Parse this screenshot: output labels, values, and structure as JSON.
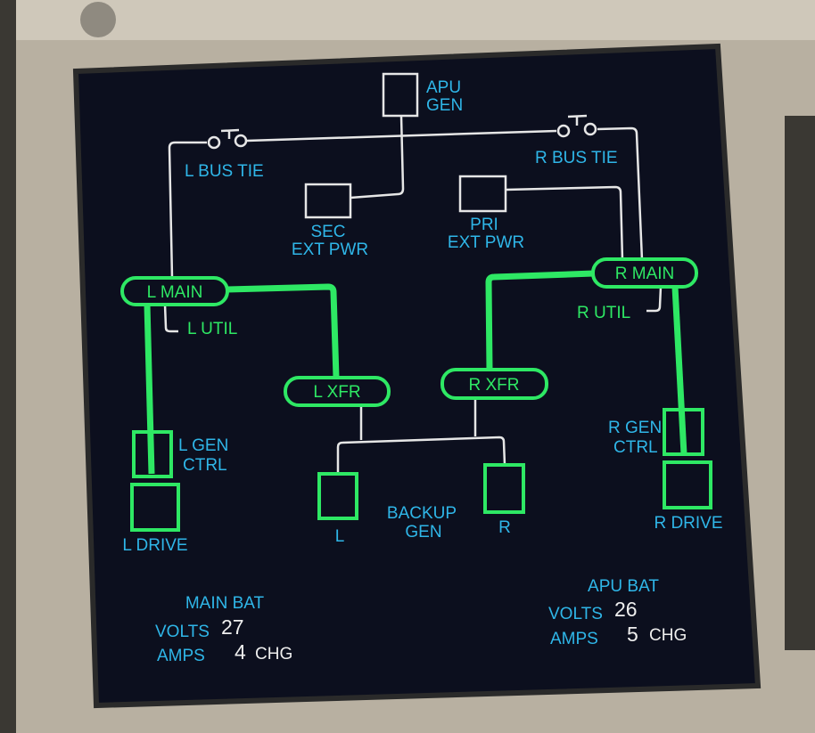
{
  "display": {
    "apu_gen": [
      "APU",
      "GEN"
    ],
    "l_bus_tie": "L BUS TIE",
    "r_bus_tie": "R BUS TIE",
    "sec_ext_pwr": [
      "SEC",
      "EXT PWR"
    ],
    "pri_ext_pwr": [
      "PRI",
      "EXT PWR"
    ],
    "l_main": "L MAIN",
    "r_main": "R MAIN",
    "l_util": "L UTIL",
    "r_util": "R UTIL",
    "l_xfr": "L XFR",
    "r_xfr": "R XFR",
    "l_gen_ctrl": [
      "L GEN",
      "CTRL"
    ],
    "r_gen_ctrl": [
      "R GEN",
      "CTRL"
    ],
    "l_drive": "L DRIVE",
    "r_drive": "R DRIVE",
    "backup_gen": [
      "BACKUP",
      "GEN"
    ],
    "backup_l": "L",
    "backup_r": "R"
  },
  "main_bat": {
    "title": "MAIN BAT",
    "volts_label": "VOLTS",
    "volts": "27",
    "amps_label": "AMPS",
    "amps": "4",
    "amps_status": "CHG"
  },
  "apu_bat": {
    "title": "APU BAT",
    "volts_label": "VOLTS",
    "volts": "26",
    "amps_label": "AMPS",
    "amps": "5",
    "amps_status": "CHG"
  },
  "colors": {
    "label": "#2fb6e8",
    "powered": "#2ee864",
    "line": "#e6e6e6",
    "screen": "#0c0f1e"
  }
}
